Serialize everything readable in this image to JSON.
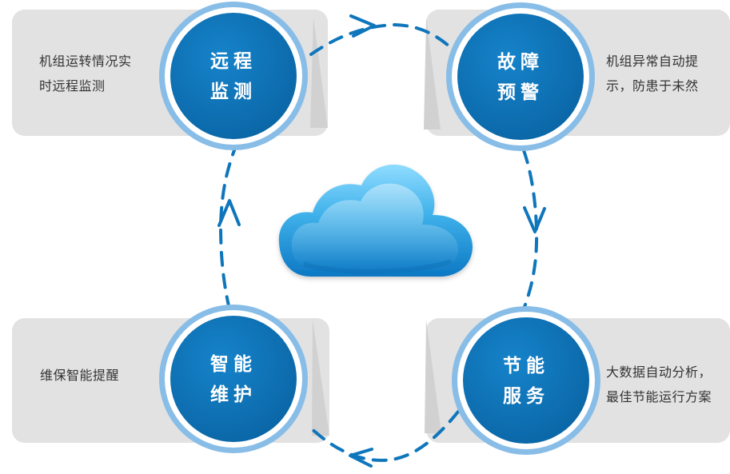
{
  "nodes": [
    {
      "id": "remote-monitoring",
      "title": "远程\n监测",
      "description": "机组运转情况实\n时远程监测"
    },
    {
      "id": "fault-warning",
      "title": "故障\n预警",
      "description": "机组异常自动提\n示，防患于未然"
    },
    {
      "id": "smart-maintenance",
      "title": "智能\n维护",
      "description": "维保智能提醒"
    },
    {
      "id": "energy-saving",
      "title": "节能\n服务",
      "description": "大数据自动分析，\n最佳节能运行方案"
    }
  ],
  "colors": {
    "primary_blue": "#0f76bc",
    "light_blue_edge": "#88bde7",
    "panel_gray": "#e2e2e2",
    "cloud_blue": "#4ab3ec"
  },
  "center_icon": "cloud-icon"
}
